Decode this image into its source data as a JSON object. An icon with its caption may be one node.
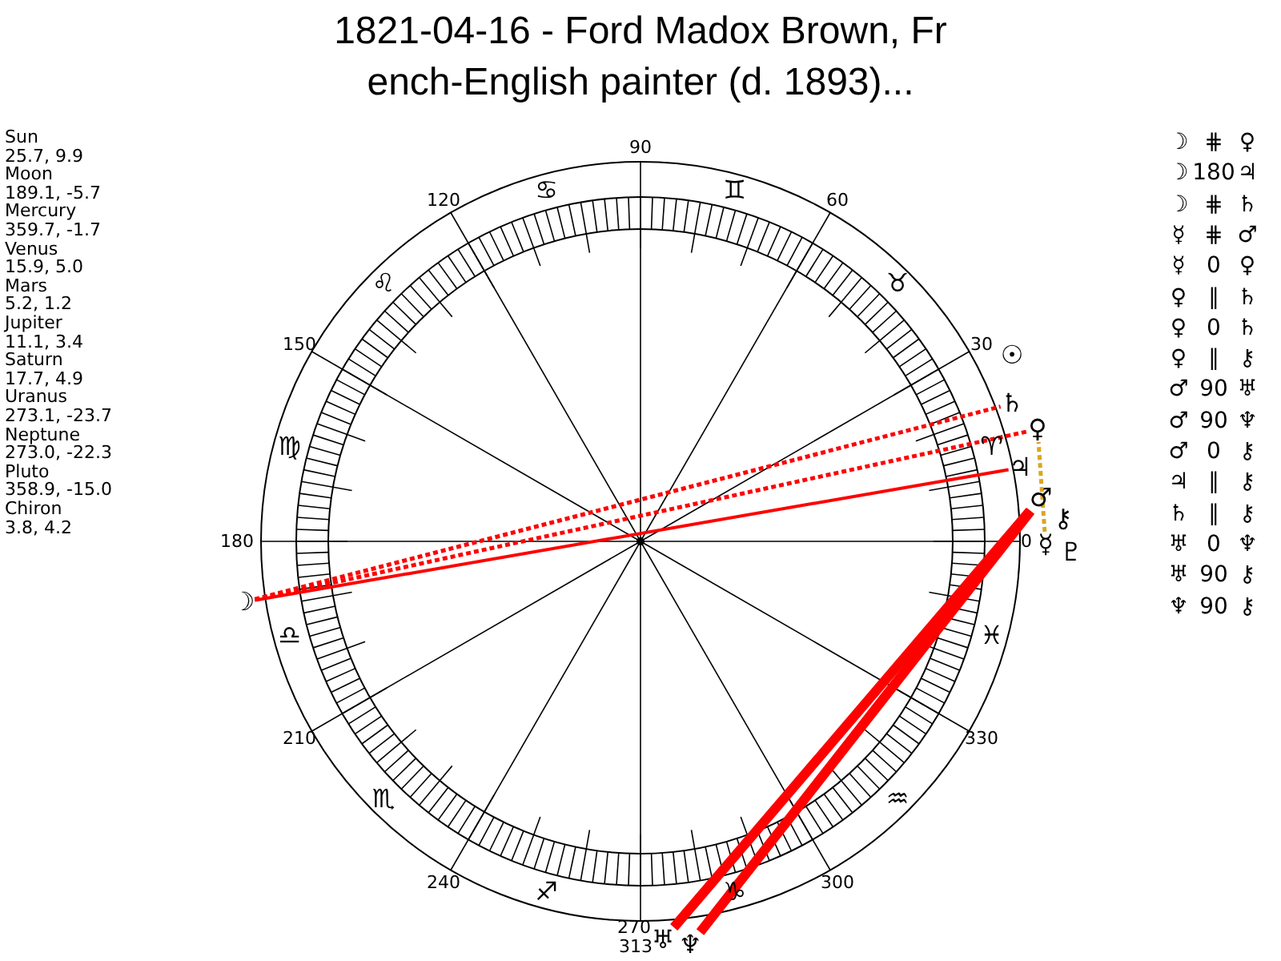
{
  "diagram": {
    "title": "1821-04-16 - Ford Madox Brown, Fr ench-English painter (d. 1893)...",
    "nodes": [
      {
        "text": [
          "☉"
        ]
      },
      {
        "text": [
          "☽"
        ]
      },
      {
        "text": [
          "☿"
        ]
      },
      {
        "text": [
          "♀"
        ]
      },
      {
        "text": [
          "♂"
        ]
      },
      {
        "text": [
          "♃"
        ]
      },
      {
        "text": [
          "♄"
        ]
      },
      {
        "text": [
          "♅"
        ]
      },
      {
        "text": [
          "♆"
        ]
      },
      {
        "text": [
          "♇"
        ]
      },
      {
        "text": [
          "⚷"
        ]
      }
    ],
    "edges": [
      {
        "from": 1,
        "to": 3,
        "arrow": "none",
        "style": "dashed"
      },
      {
        "from": 1,
        "to": 5,
        "arrow": "none"
      },
      {
        "from": 1,
        "to": 6,
        "arrow": "none",
        "style": "dashed"
      },
      {
        "from": 4,
        "to": 7,
        "arrow": "none",
        "style": "thick"
      },
      {
        "from": 4,
        "to": 8,
        "arrow": "none",
        "style": "thick"
      },
      {
        "from": 2,
        "to": 3,
        "arrow": "none",
        "style": "dashed",
        "color": "#daa520"
      }
    ],
    "labels": [
      "Sun",
      "25.7, 9.9",
      "Moon",
      "189.1, -5.7",
      "Mercury",
      "359.7, -1.7",
      "Venus",
      "15.9, 5.0",
      "Mars",
      "5.2, 1.2",
      "Jupiter",
      "11.1, 3.4",
      "Saturn",
      "17.7, 4.9",
      "Uranus",
      "273.1, -23.7",
      "Neptune",
      "273.0, -22.3",
      "Pluto",
      "358.9, -15.0",
      "Chiron",
      "3.8, 4.2",
      "90",
      "120",
      "60",
      "150",
      "30",
      "180",
      "0",
      "210",
      "330",
      "240",
      "300",
      "270",
      "♋",
      "♊",
      "♌",
      "♉",
      "♍",
      "♈",
      "♎",
      "♓",
      "♏",
      "♒",
      "♐",
      "♑",
      "313",
      "☽",
      "⋕",
      "♀",
      "☽",
      "180",
      "♃",
      "☽",
      "⋕",
      "♄",
      "☿",
      "⋕",
      "♂",
      "☿",
      "0",
      "♀",
      "♀",
      "∥",
      "♄",
      "♀",
      "0",
      "♄",
      "♀",
      "∥",
      "⚷",
      "♂",
      "90",
      "♅",
      "♂",
      "90",
      "♆",
      "♂",
      "0",
      "⚷",
      "♃",
      "∥",
      "⚷",
      "♄",
      "∥",
      "⚷",
      "♅",
      "0",
      "♆",
      "♅",
      "90",
      "⚷",
      "♆",
      "90",
      "⚷"
    ]
  }
}
